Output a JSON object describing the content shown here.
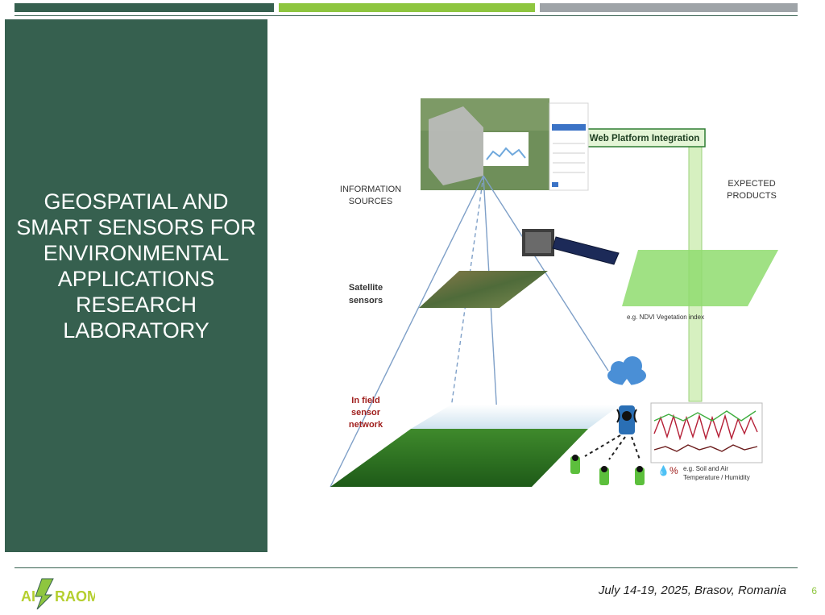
{
  "slide": {
    "title": "GEOSPATIAL AND SMART SENSORS FOR ENVIRONMENTAL APPLICATIONS RESEARCH LABORATORY",
    "page_number": "6"
  },
  "footer": {
    "event": "July 14-19, 2025, Brasov, Romania",
    "logo_text": "AI-RAOM"
  },
  "diagram": {
    "information_sources": [
      "INFORMATION",
      "SOURCES"
    ],
    "satellite_sensors": [
      "Satellite",
      "sensors"
    ],
    "in_field": [
      "In field",
      "sensor",
      "network"
    ],
    "web_platform": "Web Platform Integration",
    "expected_products": [
      "EXPECTED",
      "PRODUCTS"
    ],
    "ndvi_caption": "e.g. NDVI Vegetation index",
    "soil_caption": [
      "e.g. Soil and Air",
      "Temperature / Humidity"
    ]
  },
  "colors": {
    "panel": "#36604f",
    "accent_green": "#8ec63f",
    "accent_gray": "#9fa4a8",
    "arrow_green": "#2f7d32",
    "in_field_red": "#a0201e"
  }
}
